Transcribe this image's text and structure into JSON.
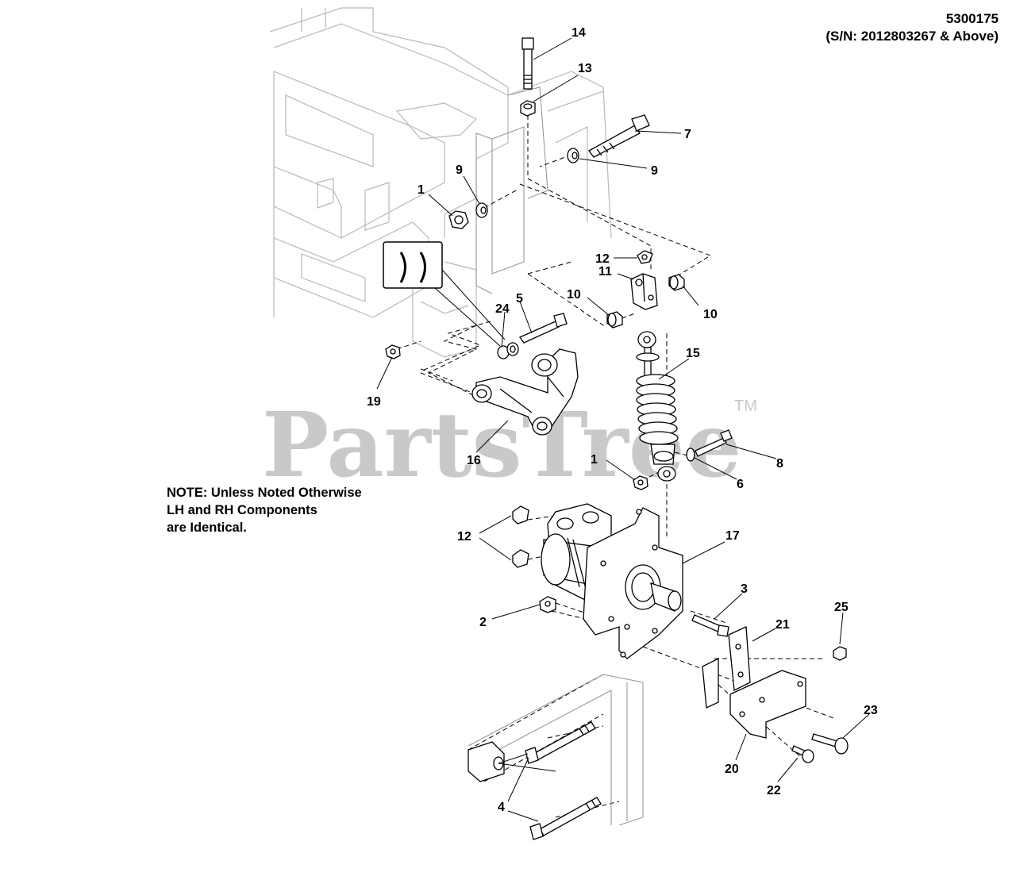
{
  "header": {
    "model_number": "5300175",
    "serial_range": "(S/N: 2012803267 & Above)"
  },
  "note": {
    "line1": "NOTE:  Unless Noted Otherwise",
    "line2": "LH and RH Components",
    "line3": "are Identical."
  },
  "watermark": {
    "text": "PartsTree",
    "trademark": "TM"
  },
  "callouts": {
    "c1a": "1",
    "c1b": "1",
    "c2": "2",
    "c3": "3",
    "c4": "4",
    "c5": "5",
    "c6": "6",
    "c7": "7",
    "c8": "8",
    "c9a": "9",
    "c9b": "9",
    "c10a": "10",
    "c10b": "10",
    "c11": "11",
    "c12a": "12",
    "c12b": "12",
    "c13": "13",
    "c14": "14",
    "c15": "15",
    "c16": "16",
    "c17": "17",
    "c19": "19",
    "c20": "20",
    "c21": "21",
    "c22": "22",
    "c23": "23",
    "c24": "24",
    "c25": "25"
  },
  "colors": {
    "ink": "#000000",
    "frame_ghost": "#b8b8b8",
    "watermark": "#c9c9c9"
  }
}
